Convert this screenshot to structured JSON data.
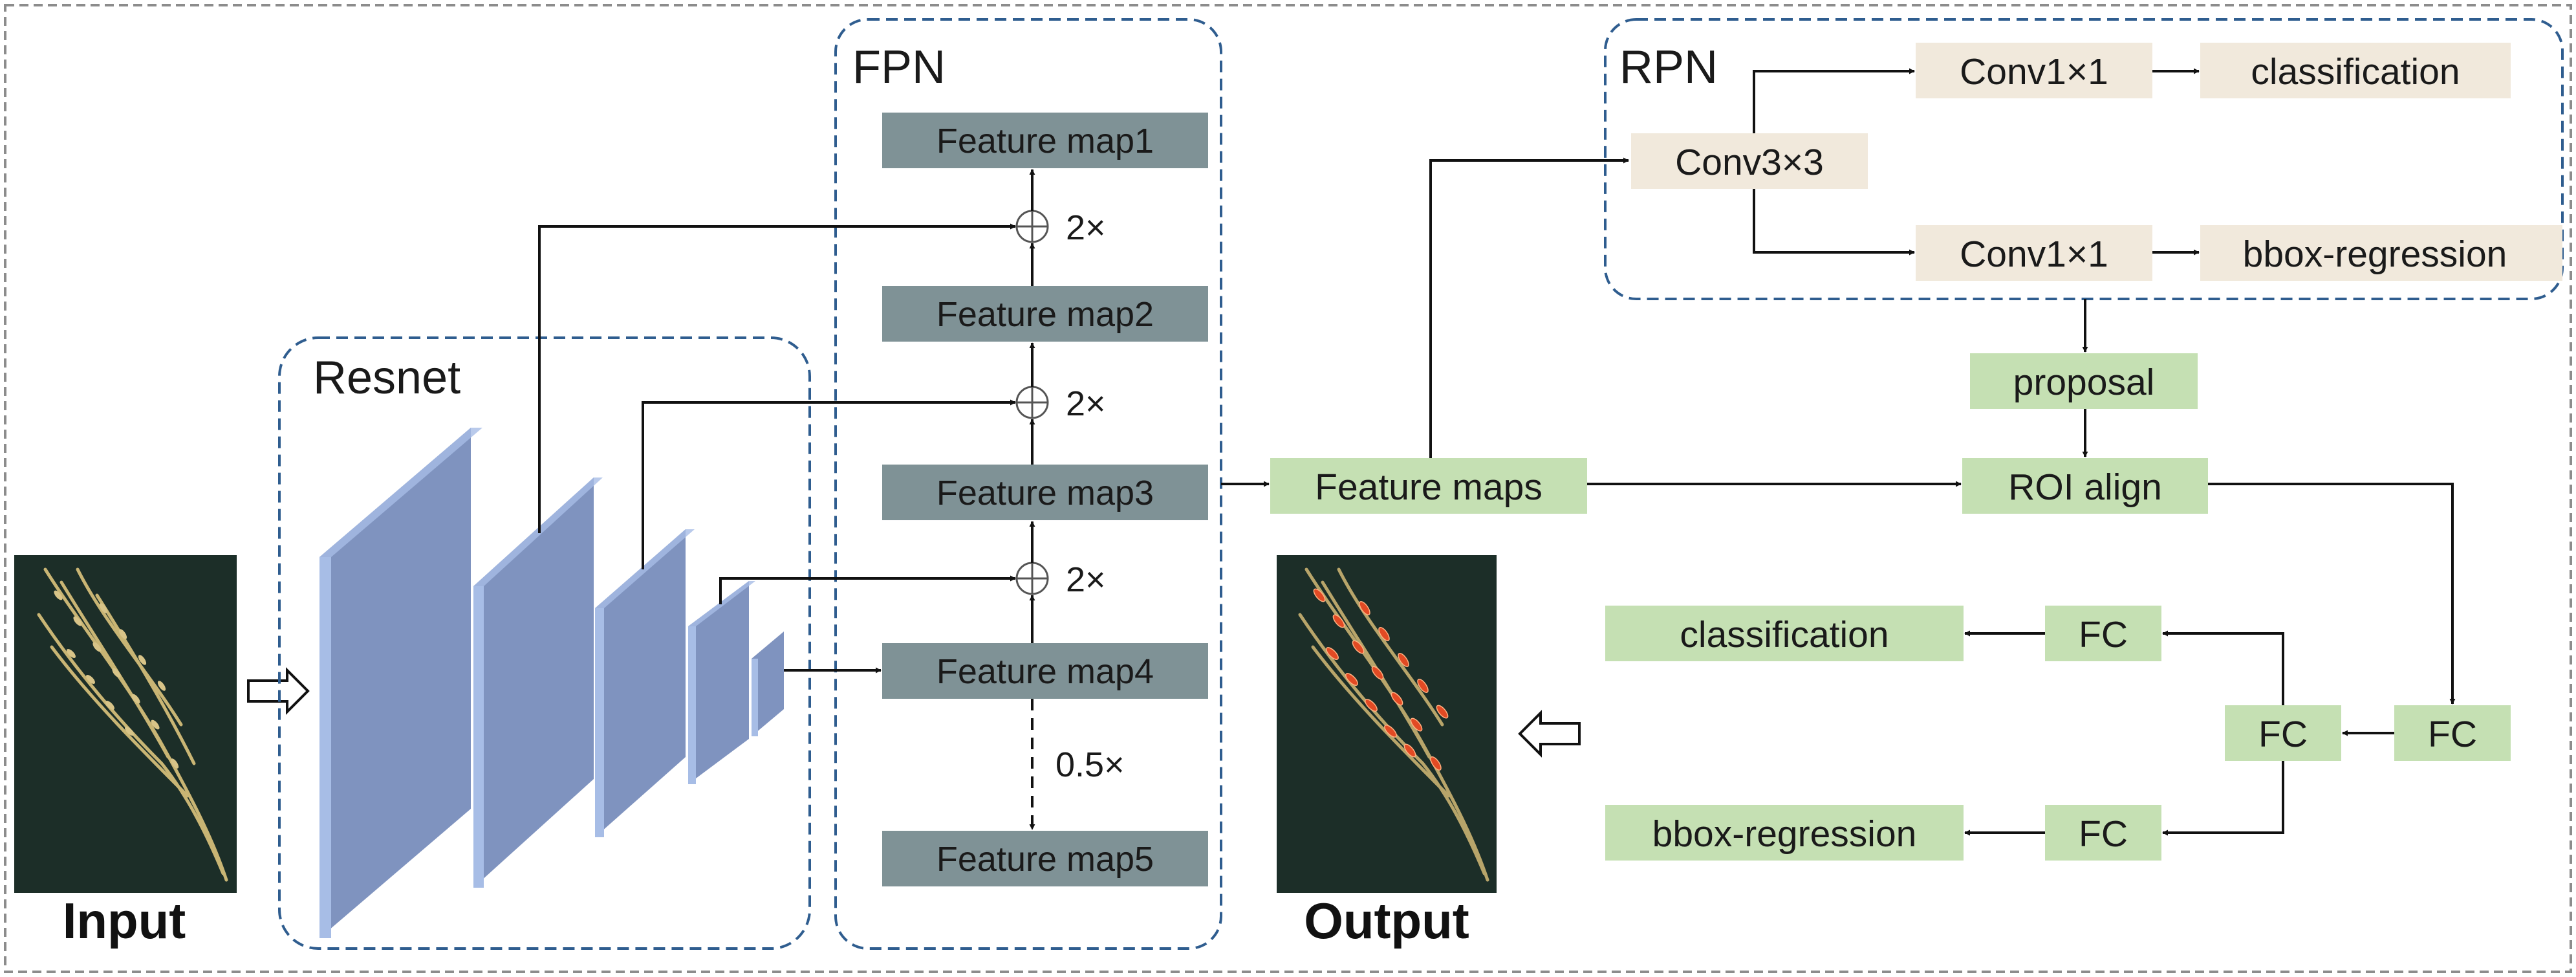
{
  "colors": {
    "fpn_box": "#7f9296",
    "green_box": "#c5e0b3",
    "beige_box": "#f1e9dc",
    "resnet_layer": "#7f93bf",
    "resnet_edge": "#a7bde6",
    "group_border": "#2f5d8f",
    "outer_border": "#8c8c8c",
    "photo_bg": "#1c2e28"
  },
  "input": {
    "label": "Input"
  },
  "output": {
    "label": "Output"
  },
  "resnet": {
    "title": "Resnet"
  },
  "fpn": {
    "title": "FPN",
    "maps": [
      "Feature map1",
      "Feature map2",
      "Feature map3",
      "Feature map4",
      "Feature map5"
    ],
    "upsample_label": "2×",
    "downsample_label": "0.5×"
  },
  "feature_maps": {
    "label": "Feature maps"
  },
  "rpn": {
    "title": "RPN",
    "conv3": "Conv3×3",
    "conv1_top": "Conv1×1",
    "conv1_bottom": "Conv1×1",
    "classification": "classification",
    "bbox_regression": "bbox-regression"
  },
  "proposal": {
    "label": "proposal"
  },
  "roi_align": {
    "label": "ROI align"
  },
  "head": {
    "fc1": "FC",
    "fc2": "FC",
    "fc_top": "FC",
    "fc_bottom": "FC",
    "classification": "classification",
    "bbox_regression": "bbox-regression"
  }
}
